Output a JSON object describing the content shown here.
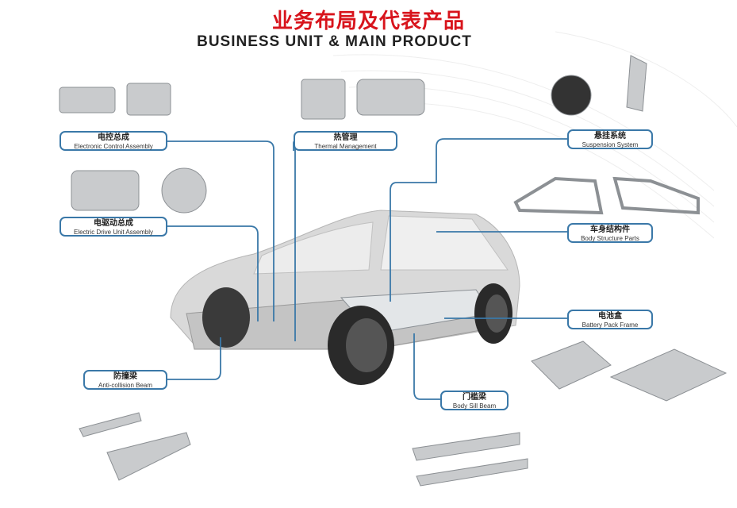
{
  "header": {
    "title_cn": "业务布局及代表产品",
    "title_en": "BUSINESS UNIT & MAIN PRODUCT"
  },
  "colors": {
    "title_red": "#d8141c",
    "connector_blue": "#3a78a8"
  },
  "products": [
    {
      "id": "electronic-control",
      "cn": "电控总成",
      "en": "Electronic Control Assembly"
    },
    {
      "id": "thermal",
      "cn": "热管理",
      "en": "Thermal Management"
    },
    {
      "id": "suspension",
      "cn": "悬挂系统",
      "en": "Suspension System"
    },
    {
      "id": "electric-drive",
      "cn": "电驱动总成",
      "en": "Electric Drive Unit Assembly"
    },
    {
      "id": "body-structure",
      "cn": "车身结构件",
      "en": "Body Structure Parts"
    },
    {
      "id": "battery-pack",
      "cn": "电池盒",
      "en": "Battery Pack Frame"
    },
    {
      "id": "anti-collision",
      "cn": "防撞梁",
      "en": "Anti-collision Beam"
    },
    {
      "id": "sill-beam",
      "cn": "门槛梁",
      "en": "Body Sill Beam"
    }
  ]
}
